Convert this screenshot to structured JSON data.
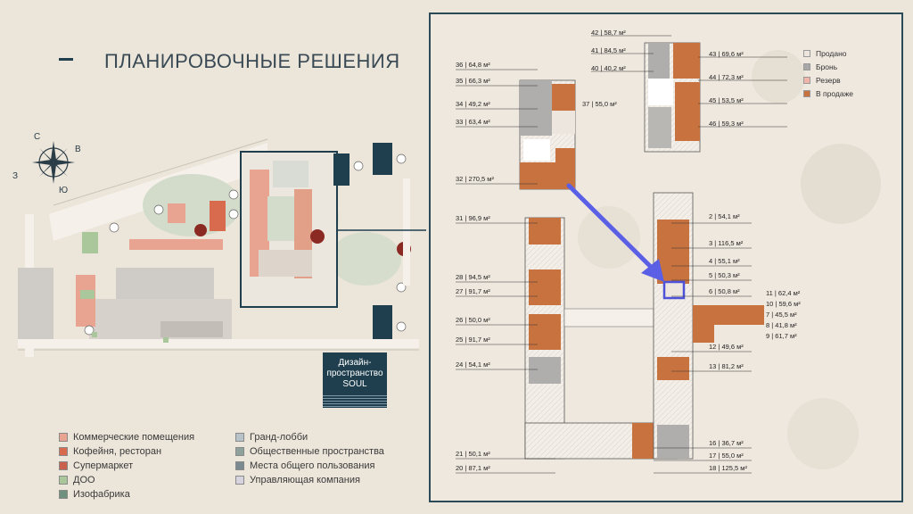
{
  "page": {
    "title": "ПЛАНИРОВОЧНЫЕ РЕШЕНИЯ"
  },
  "compass": {
    "north": "С",
    "south": "Ю",
    "west": "З",
    "east": "В"
  },
  "design_space": {
    "line1": "Дизайн-",
    "line2": "пространство",
    "line3": "SOUL"
  },
  "legend_left": [
    {
      "label": "Коммерческие помещения",
      "color": "#e8a391"
    },
    {
      "label": "Кофейня, ресторан",
      "color": "#d86a4e"
    },
    {
      "label": "Супермаркет",
      "color": "#c9614c"
    },
    {
      "label": "ДОО",
      "color": "#a9c79a"
    },
    {
      "label": "Изофабрика",
      "color": "#6f8f7f"
    },
    {
      "label": "Гранд-лобби",
      "color": "#b7c3c8"
    },
    {
      "label": "Общественные пространства",
      "color": "#8ea19a"
    },
    {
      "label": "Места общего пользования",
      "color": "#7a8a90"
    },
    {
      "label": "Управляющая компания",
      "color": "#d7d4e0"
    }
  ],
  "status_legend": [
    {
      "label": "Продано",
      "color": "#ede6de"
    },
    {
      "label": "Бронь",
      "color": "#a8a8a8"
    },
    {
      "label": "Резерв",
      "color": "#f0b4a8"
    },
    {
      "label": "В продаже",
      "color": "#c8733f"
    }
  ],
  "units": [
    {
      "label": "42 | 58,7 м²"
    },
    {
      "label": "41 | 84,5 м²"
    },
    {
      "label": "40 | 40,2 м²"
    },
    {
      "label": "43 | 69,6 м²"
    },
    {
      "label": "44 | 72,3 м²"
    },
    {
      "label": "45 | 53,5 м²"
    },
    {
      "label": "46 | 59,3 м²"
    },
    {
      "label": "36 | 64,8 м²"
    },
    {
      "label": "35 | 66,3 м²"
    },
    {
      "label": "34 | 49,2 м²"
    },
    {
      "label": "37 | 55,0 м²"
    },
    {
      "label": "33 | 63,4 м²"
    },
    {
      "label": "32 | 270,5 м²"
    },
    {
      "label": "31 | 96,9 м²"
    },
    {
      "label": "2 | 54,1 м²"
    },
    {
      "label": "3 | 116,5 м²"
    },
    {
      "label": "4 | 55,1 м²"
    },
    {
      "label": "5 | 50,3 м²"
    },
    {
      "label": "28 | 94,5 м²"
    },
    {
      "label": "27 | 91,7 м²"
    },
    {
      "label": "6 | 50,8 м²"
    },
    {
      "label": "11 | 62,4 м²"
    },
    {
      "label": "10 | 59,6 м²"
    },
    {
      "label": "7 | 45,5 м²"
    },
    {
      "label": "8 | 41,8 м²"
    },
    {
      "label": "9 | 61,7 м²"
    },
    {
      "label": "26 | 50,0 м²"
    },
    {
      "label": "25 | 91,7 м²"
    },
    {
      "label": "12 | 49,6 м²"
    },
    {
      "label": "24 | 54,1 м²"
    },
    {
      "label": "13 | 81,2 м²"
    },
    {
      "label": "16 | 36,7 м²"
    },
    {
      "label": "17 | 55,0 м²"
    },
    {
      "label": "18 | 125,5 м²"
    },
    {
      "label": "21 | 50,1 м²"
    },
    {
      "label": "20 | 87,1 м²"
    }
  ]
}
